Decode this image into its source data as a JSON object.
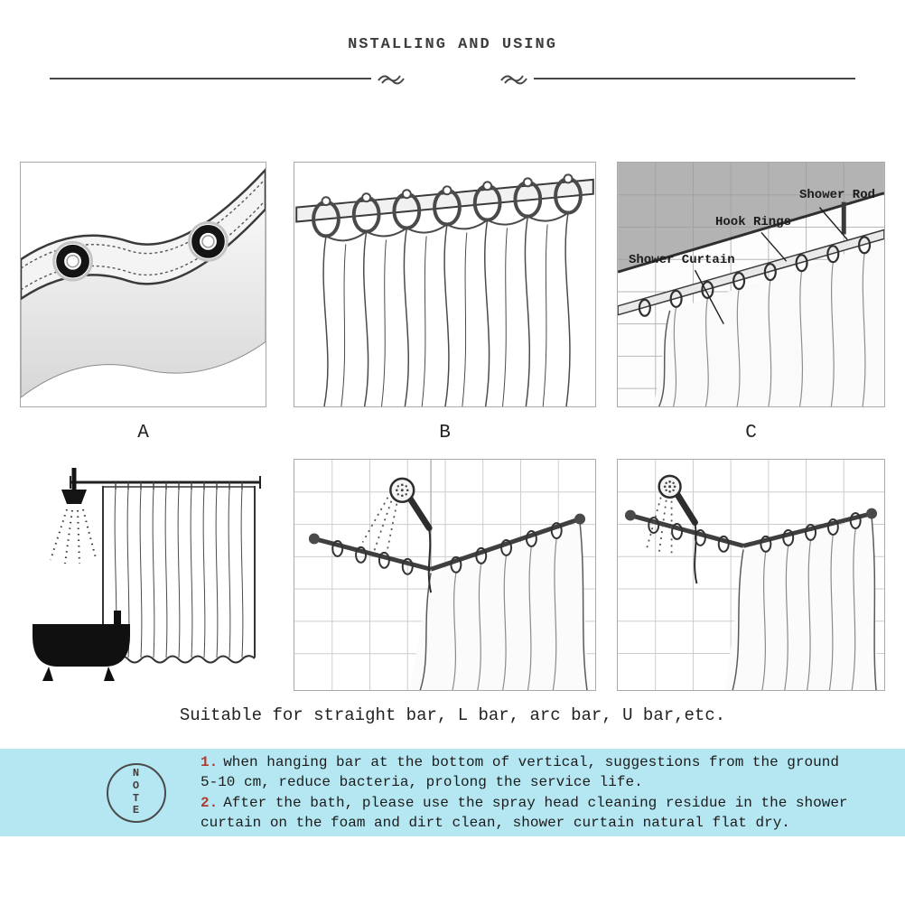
{
  "colors": {
    "banner_bg": "#b4e7f2",
    "note_number": "#b03a2e",
    "ink": "#2f2f2f"
  },
  "header": {
    "title": "NSTALLING AND USING"
  },
  "top_row": {
    "labels": [
      "A",
      "B",
      "C"
    ],
    "panel_c_annotations": {
      "shower_rod": "Shower Rod",
      "hook_rings": "Hook Rings",
      "shower_curtain": "Shower Curtain"
    }
  },
  "caption": {
    "suitable": "Suitable for straight bar, L bar, arc bar, U bar,etc."
  },
  "note": {
    "stamp_letters": [
      "N",
      "O",
      "T",
      "E"
    ],
    "items": [
      {
        "num": "1.",
        "text": "when hanging bar at the bottom of vertical, suggestions from the ground 5-10 cm, reduce bacteria, prolong the service life."
      },
      {
        "num": "2.",
        "text": "After the bath, please use the spray head cleaning residue in the shower curtain on the foam and dirt clean, shower curtain natural flat dry."
      }
    ]
  }
}
